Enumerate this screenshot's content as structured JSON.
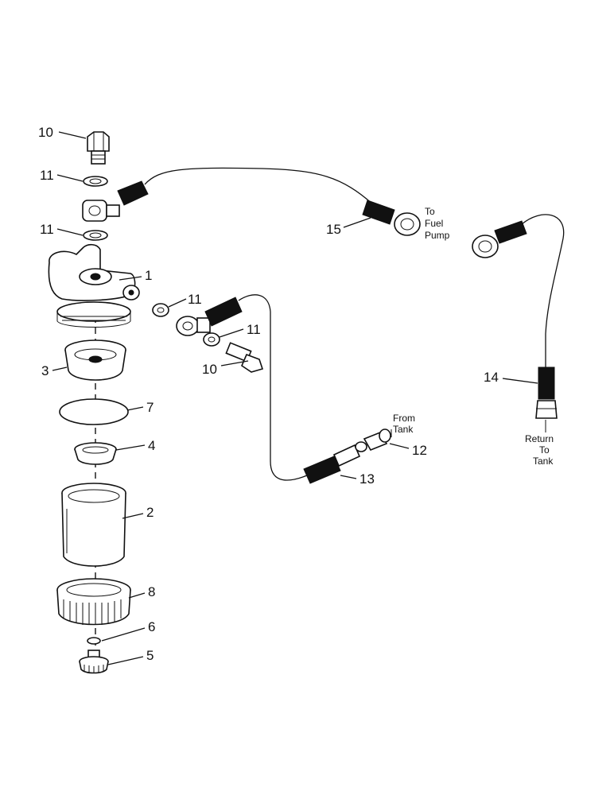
{
  "callouts": {
    "c1": "1",
    "c2": "2",
    "c3": "3",
    "c4": "4",
    "c5": "5",
    "c6": "6",
    "c7": "7",
    "c8": "8",
    "c10a": "10",
    "c10b": "10",
    "c11a": "11",
    "c11b": "11",
    "c11c": "11",
    "c11d": "11",
    "c12": "12",
    "c13": "13",
    "c14": "14",
    "c15": "15"
  },
  "notes": {
    "to_fuel_pump": [
      "To",
      "Fuel",
      "Pump"
    ],
    "from_tank": [
      "From",
      "Tank"
    ],
    "return_to_tank": [
      "Return",
      "To",
      "Tank"
    ]
  }
}
